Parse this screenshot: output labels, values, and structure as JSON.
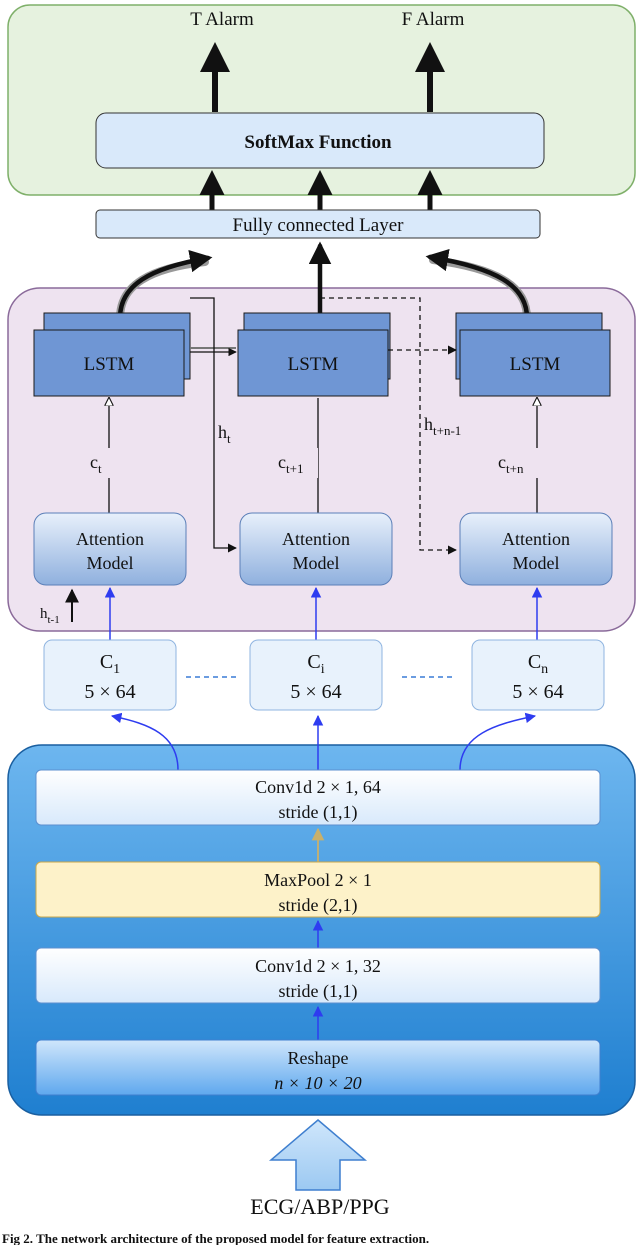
{
  "outputs": {
    "t_alarm": "T Alarm",
    "f_alarm": "F Alarm"
  },
  "softmax_label": "SoftMax Function",
  "fc_label": "Fully connected Layer",
  "lstm": [
    {
      "label": "LSTM",
      "context": "c",
      "context_sub": "t"
    },
    {
      "label": "LSTM",
      "context": "c",
      "context_sub": "t+1"
    },
    {
      "label": "LSTM",
      "context": "c",
      "context_sub": "t+n"
    }
  ],
  "hidden_labels": {
    "h_t": {
      "base": "h",
      "sub": "t"
    },
    "h_tn1": {
      "base": "h",
      "sub": "t+n-1"
    },
    "h_prev": {
      "base": "h",
      "sub": "t-1"
    }
  },
  "attention": [
    {
      "line1": "Attention",
      "line2": "Model"
    },
    {
      "line1": "Attention",
      "line2": "Model"
    },
    {
      "line1": "Attention",
      "line2": "Model"
    }
  ],
  "context_boxes": [
    {
      "base": "C",
      "sub": "1",
      "dims": "5 × 64"
    },
    {
      "base": "C",
      "sub": "i",
      "dims": "5 × 64"
    },
    {
      "base": "C",
      "sub": "n",
      "dims": "5 × 64"
    }
  ],
  "cnn_layers": [
    {
      "line1": "Conv1d 2 × 1, 64",
      "line2": "stride (1,1)"
    },
    {
      "line1": "MaxPool 2 × 1",
      "line2": "stride (2,1)"
    },
    {
      "line1": "Conv1d 2 × 1, 32",
      "line2": "stride (1,1)"
    },
    {
      "line1": "Reshape",
      "line2": "n × 10 × 20"
    }
  ],
  "input_label": "ECG/ABP/PPG",
  "caption": "Fig 2. The network architecture of the proposed model for feature extraction.",
  "colors": {
    "output_panel_fill": "#e6f2df",
    "output_panel_stroke": "#7fb06a",
    "box_fill": "#d9e9fa",
    "lstm_fill": "#6f96d4",
    "lstm_panel_fill": "#eee3f0",
    "lstm_panel_stroke": "#8a6a9a",
    "cnn_panel": "#2f8ad6",
    "maxpool_fill": "#fdf2c9",
    "blue_arrow": "#2e3cf0",
    "tan_arrow": "#c9b06b"
  }
}
